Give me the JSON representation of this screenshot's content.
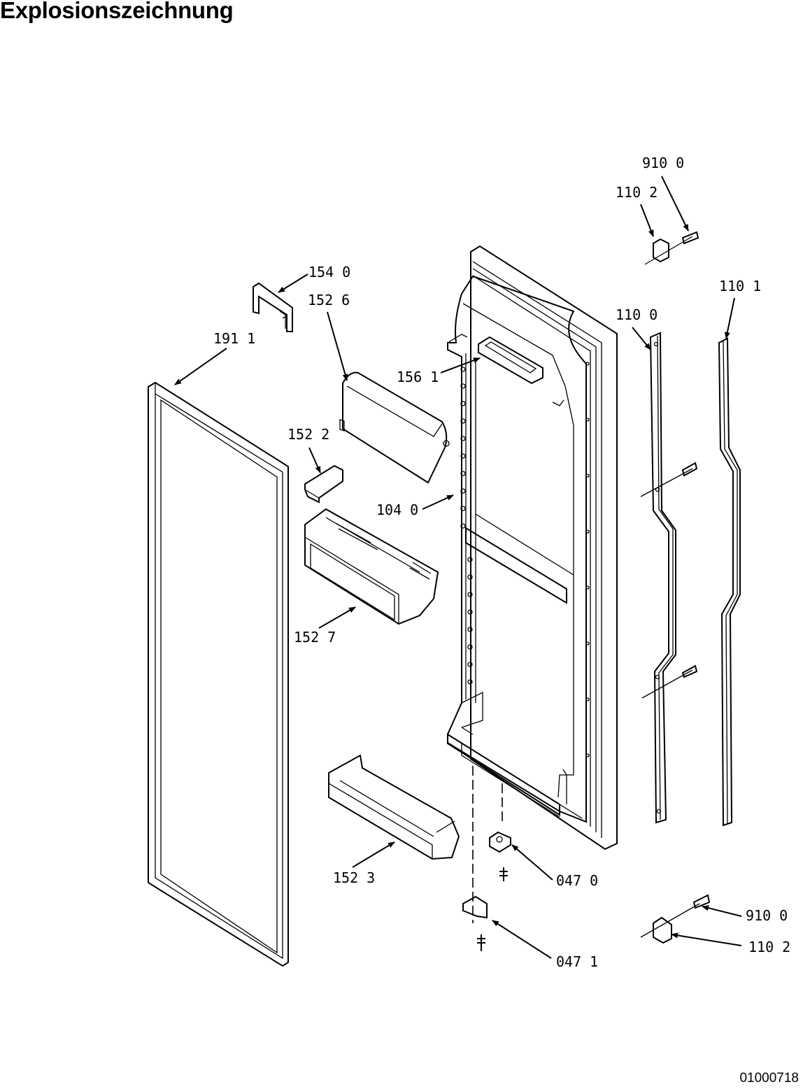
{
  "title": "Explosionszeichnung",
  "document_number": "01000718",
  "parts": [
    {
      "code": "910 0"
    },
    {
      "code": "110 2"
    },
    {
      "code": "154 0"
    },
    {
      "code": "110 1"
    },
    {
      "code": "152 6"
    },
    {
      "code": "110 0"
    },
    {
      "code": "191 1"
    },
    {
      "code": "156 1"
    },
    {
      "code": "152 2"
    },
    {
      "code": "104 0"
    },
    {
      "code": "152 7"
    },
    {
      "code": "152 3"
    },
    {
      "code": "047 0"
    },
    {
      "code": "910 0"
    },
    {
      "code": "047 1"
    },
    {
      "code": "110 2"
    }
  ]
}
